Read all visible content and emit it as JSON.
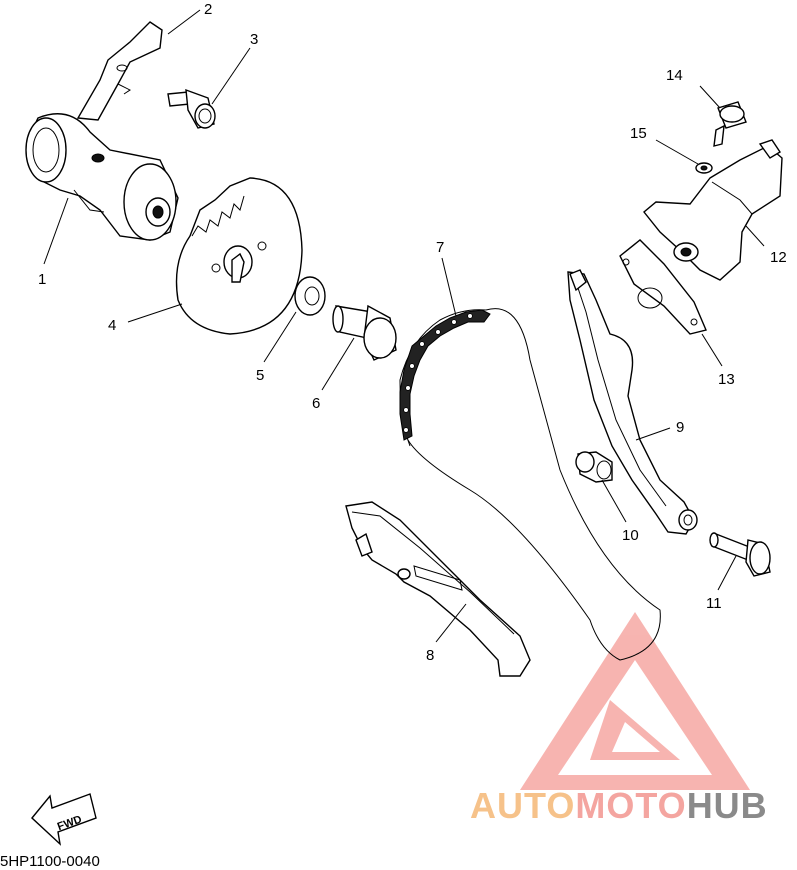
{
  "diagram": {
    "callouts": [
      {
        "id": "callout-1",
        "label": "1"
      },
      {
        "id": "callout-2",
        "label": "2"
      },
      {
        "id": "callout-3",
        "label": "3"
      },
      {
        "id": "callout-4",
        "label": "4"
      },
      {
        "id": "callout-5",
        "label": "5"
      },
      {
        "id": "callout-6",
        "label": "6"
      },
      {
        "id": "callout-7",
        "label": "7"
      },
      {
        "id": "callout-8",
        "label": "8"
      },
      {
        "id": "callout-9",
        "label": "9"
      },
      {
        "id": "callout-10",
        "label": "10"
      },
      {
        "id": "callout-11",
        "label": "11"
      },
      {
        "id": "callout-12",
        "label": "12"
      },
      {
        "id": "callout-13",
        "label": "13"
      },
      {
        "id": "callout-14",
        "label": "14"
      },
      {
        "id": "callout-15",
        "label": "15"
      }
    ],
    "fwd_label": "FWD",
    "diagram_code": "5HP1100-0040"
  },
  "watermark": {
    "part1": "AUTO",
    "part2": "MOTO",
    "part3": "HUB",
    "color_orange": "#f6c28a",
    "color_red": "#f4a5a0",
    "color_gray": "#8a8a8a"
  }
}
